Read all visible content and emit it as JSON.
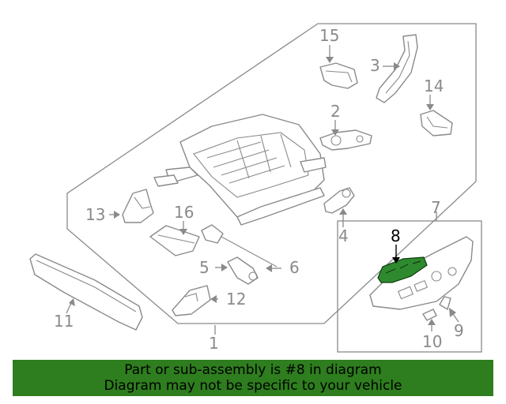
{
  "callouts": {
    "c1": "1",
    "c2": "2",
    "c3": "3",
    "c4": "4",
    "c5": "5",
    "c6": "6",
    "c7": "7",
    "c8": "8",
    "c9": "9",
    "c10": "10",
    "c11": "11",
    "c12": "12",
    "c13": "13",
    "c14": "14",
    "c15": "15",
    "c16": "16"
  },
  "highlighted_part": "8",
  "colors": {
    "highlight": "#2f8a2f",
    "banner": "#2e7d1e",
    "line": "#8a8a8a"
  },
  "banner": {
    "line1": "Part or sub-assembly is #8 in diagram",
    "line2": "Diagram may not be specific to your vehicle"
  }
}
